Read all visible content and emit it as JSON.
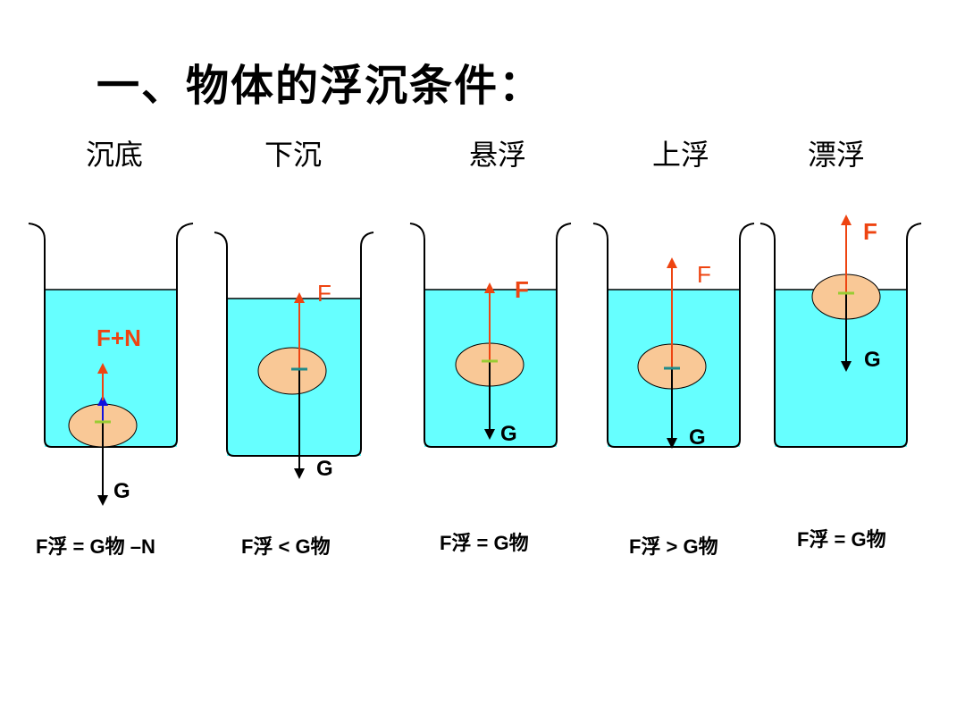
{
  "title": "一、物体的浮沉条件：",
  "states": [
    {
      "name": "沉底",
      "up_label": "F+N",
      "down_label": "G",
      "equation": "F浮 = G物 –N"
    },
    {
      "name": "下沉",
      "up_label": "F",
      "down_label": "G",
      "equation": "F浮 < G物"
    },
    {
      "name": "悬浮",
      "up_label": "F",
      "down_label": "G",
      "equation": "F浮 = G物"
    },
    {
      "name": "上浮",
      "up_label": "F",
      "down_label": "G",
      "equation": "F浮 > G物"
    },
    {
      "name": "漂浮",
      "up_label": "F",
      "down_label": "G",
      "equation": "F浮 = G物"
    }
  ],
  "colors": {
    "water": "#66ffff",
    "object": "#f9c896",
    "force_up": "#ee4411",
    "force_down": "#000000",
    "normal_force": "#1111dd",
    "center_mark": "#99cc33"
  }
}
